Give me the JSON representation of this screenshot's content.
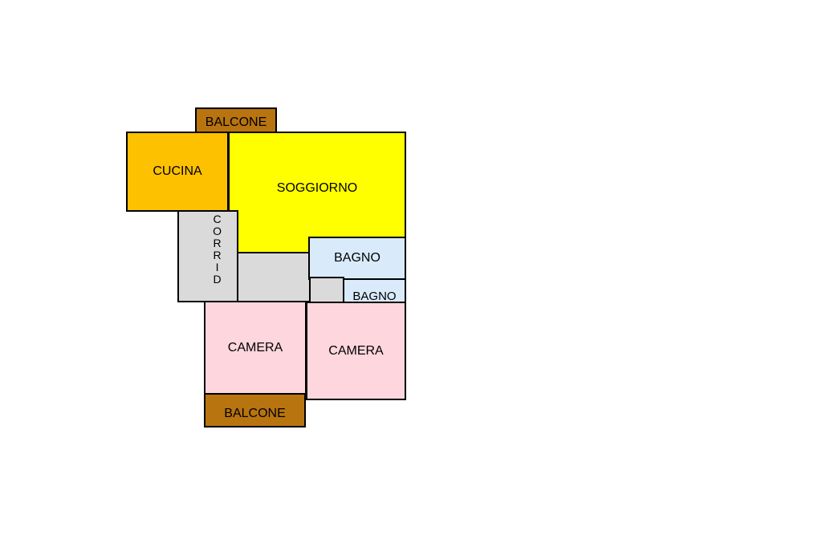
{
  "colors": {
    "balcone": "#b8740f",
    "cucina": "#fdc100",
    "soggiorno": "#ffff00",
    "corridoio": "#dadada",
    "bagno": "#d9ebfb",
    "camera": "#fed6de"
  },
  "rooms": {
    "balcone_top": "BALCONE",
    "cucina": "CUCINA",
    "soggiorno": "SOGGIORNO",
    "corridoio_letters": [
      "C",
      "O",
      "R",
      "R",
      "I",
      "D"
    ],
    "bagno_1": "BAGNO",
    "bagno_2": "BAGNO",
    "camera_1": "CAMERA",
    "camera_2": "CAMERA",
    "balcone_bottom": "BALCONE"
  }
}
